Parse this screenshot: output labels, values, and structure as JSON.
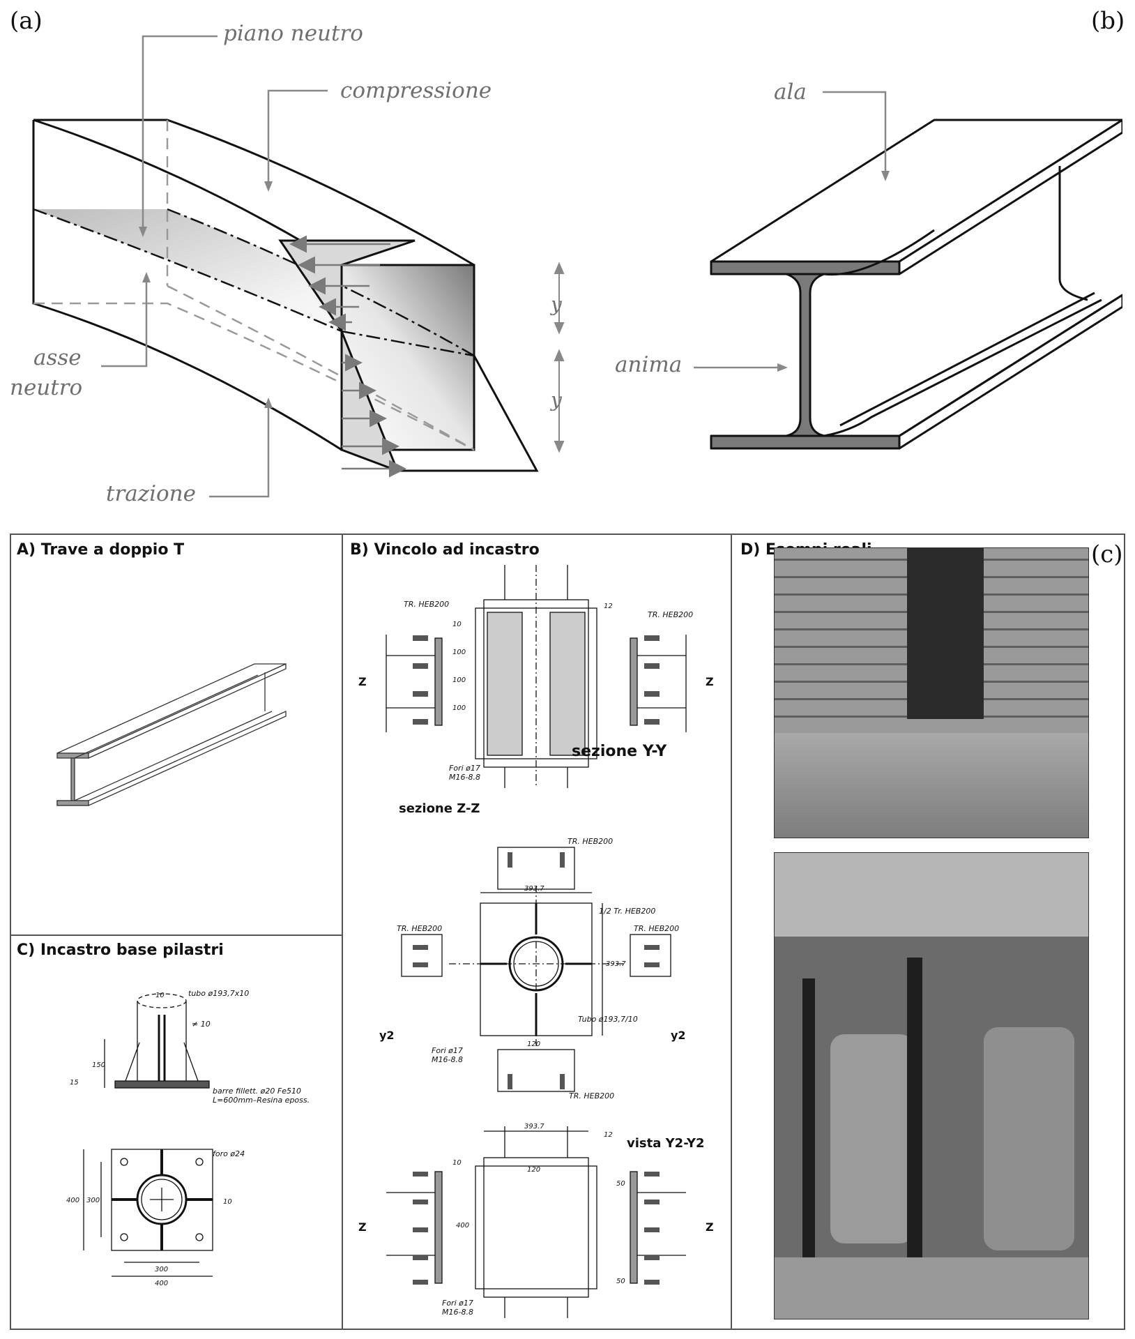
{
  "panel_tags": {
    "a": "(a)",
    "b": "(b)",
    "c": "(c)"
  },
  "panel_a": {
    "piano_neutro": "piano neutro",
    "compressione": "compressione",
    "asse_neutro_1": "asse",
    "asse_neutro_2": "neutro",
    "trazione": "trazione",
    "y_top": "y",
    "y_bottom": "y"
  },
  "panel_b": {
    "ala": "ala",
    "anima": "anima"
  },
  "panel_c": {
    "section_a": "A) Trave a doppio T",
    "section_b": "B) Vincolo ad incastro",
    "section_c": "C) Incastro base pilastri",
    "section_d": "D) Esempi reali",
    "sezione_yy": "sezione Y-Y",
    "sezione_zz": "sezione Z-Z",
    "vista_y2": "vista Y2-Y2",
    "tr_heb200": "TR. HEB200",
    "half_tr_heb200": "1/2 Tr. HEB200",
    "tubo_b": "Tubo ø193,7/10",
    "fori_1": "Fori ø17",
    "fori_2": "M16-8.8",
    "tubo_c": "tubo ø193,7x10",
    "spessore": "≠ 10",
    "barre_1": "barre fillett. ø20 Fe510",
    "barre_2": "L=600mm–Resina eposs.",
    "foro": "foro ø24",
    "z": "Z",
    "y2": "y2",
    "d10": "10",
    "d12": "12",
    "d100": "100",
    "d150": "150",
    "d15": "15",
    "d300": "300",
    "d400": "400",
    "d393": "393.7",
    "d120": "120",
    "d50": "50"
  }
}
